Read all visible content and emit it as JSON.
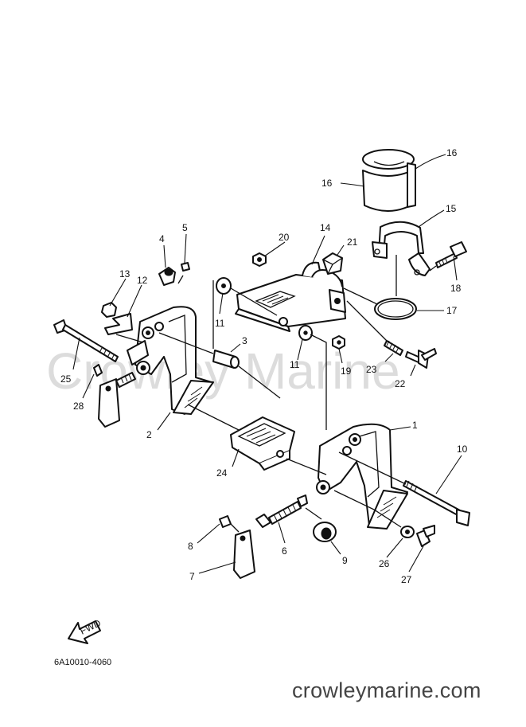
{
  "watermark": "Crowley Marine",
  "drawing_code": "6A10010-4060",
  "site": "crowleymarine.com",
  "fwd_arrow_text": "FWD",
  "callouts": {
    "c1": "1",
    "c2": "2",
    "c3": "3",
    "c4": "4",
    "c5": "5",
    "c6": "6",
    "c7": "7",
    "c8": "8",
    "c9": "9",
    "c10": "10",
    "c11a": "11",
    "c11b": "11",
    "c12": "12",
    "c13": "13",
    "c14": "14",
    "c15": "15",
    "c16a": "16",
    "c16b": "16",
    "c17": "17",
    "c18": "18",
    "c19": "19",
    "c20": "20",
    "c21": "21",
    "c22": "22",
    "c23": "23",
    "c24": "24",
    "c25": "25",
    "c26": "26",
    "c27": "27",
    "c28": "28"
  }
}
